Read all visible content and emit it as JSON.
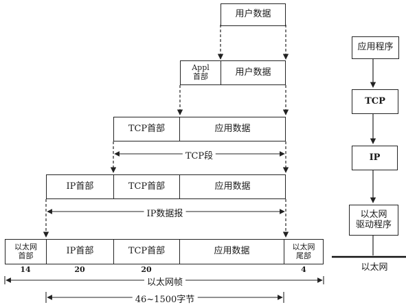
{
  "rows": {
    "user_data": "用户数据",
    "appl_header": "Appl\n首部",
    "tcp_header": "TCP首部",
    "app_data": "应用数据",
    "ip_header": "IP首部",
    "eth_header": "以太网\n首部",
    "eth_trailer": "以太网\n尾部"
  },
  "spans": {
    "tcp_segment": "TCP段",
    "ip_datagram": "IP数据报",
    "eth_frame": "以太网帧",
    "payload_range": "46~1500字节"
  },
  "sizes": {
    "eth_header": "14",
    "ip_header": "20",
    "tcp_header": "20",
    "eth_trailer": "4"
  },
  "stack": {
    "application": "应用程序",
    "tcp": "TCP",
    "ip": "IP",
    "driver": "以太网\n驱动程序",
    "ethernet": "以太网"
  }
}
